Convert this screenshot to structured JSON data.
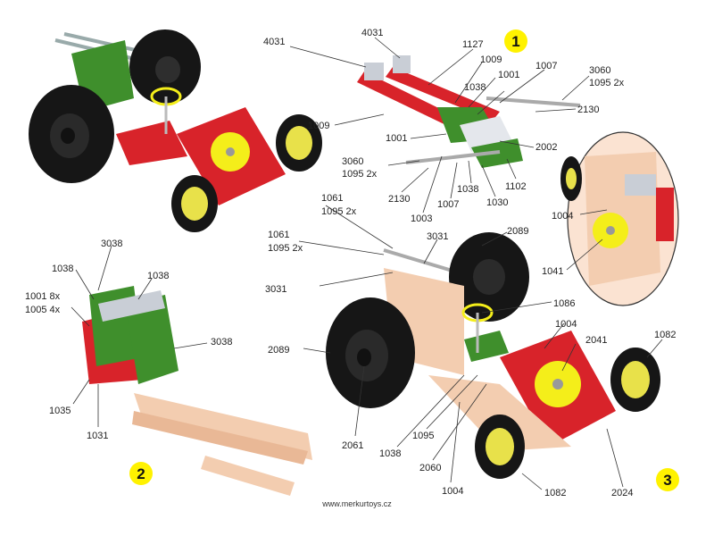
{
  "site": "www.merkurtoys.cz",
  "colors": {
    "red": "#d8232a",
    "green": "#3f8f2c",
    "yellow": "#f4ee1a",
    "tire": "#161616",
    "hub": "#e8e14a",
    "tan": "#f3cdb0",
    "silver": "#c9ced6",
    "step_badge": "#fff200"
  },
  "steps": [
    {
      "number": "1",
      "parts": [
        "4031",
        "4031",
        "1127",
        "1009",
        "1001",
        "1007",
        "3060",
        "1095 2x",
        "1038",
        "2130",
        "1009",
        "1001",
        "2002",
        "3060",
        "1095 2x",
        "2130",
        "1003",
        "1007",
        "1038",
        "1030",
        "1102"
      ]
    },
    {
      "number": "2",
      "parts": [
        "3038",
        "1038",
        "1038",
        "1001 8x",
        "1005 4x",
        "3038",
        "1035",
        "1031"
      ]
    },
    {
      "number": "3",
      "parts": [
        "1061",
        "1095 2x",
        "1061",
        "1095 2x",
        "3031",
        "2089",
        "3031",
        "1086",
        "1004",
        "2041",
        "1082",
        "2089",
        "1004",
        "1041",
        "2061",
        "1038",
        "1095",
        "2060",
        "1004",
        "1082",
        "2024"
      ]
    }
  ]
}
